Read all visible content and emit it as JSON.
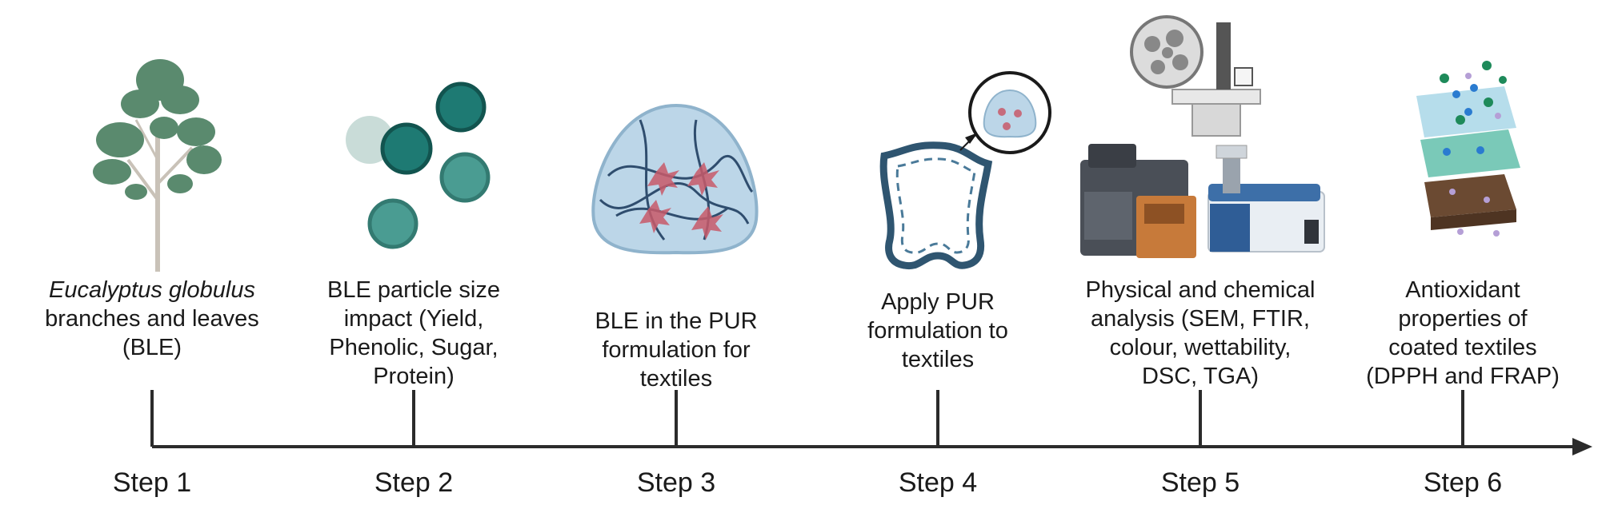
{
  "steps": [
    {
      "label": "Step 1",
      "lines": [
        "branches and leaves",
        "(BLE)"
      ],
      "species": "Eucalyptus globulus"
    },
    {
      "label": "Step 2",
      "lines": [
        "BLE particle size",
        "impact (Yield,",
        "Phenolic, Sugar,",
        "Protein)"
      ]
    },
    {
      "label": "Step 3",
      "lines": [
        "BLE in the PUR",
        "formulation for",
        "textiles"
      ]
    },
    {
      "label": "Step 4",
      "lines": [
        "Apply PUR",
        "formulation to",
        "textiles"
      ]
    },
    {
      "label": "Step 5",
      "lines": [
        "Physical and chemical",
        "analysis (SEM, FTIR,",
        "colour, wettability,",
        "DSC, TGA)"
      ]
    },
    {
      "label": "Step 6",
      "lines": [
        "Antioxidant",
        "properties of",
        "coated textiles",
        "(DPPH and FRAP)"
      ]
    }
  ],
  "colors": {
    "axis": "#2b2b2b",
    "tree_leaf": "#5a8a6e",
    "teal_dark": "#1e7a73",
    "teal_mid": "#4a9c92",
    "teal_light": "#c9dcd8",
    "gel_fill": "#bcd6e8",
    "gel_line": "#2f4d6e",
    "particle_red": "#c85a6a",
    "leather_outline": "#2f5570",
    "instrument_grey": "#4a4f57",
    "instrument_orange": "#c77a3a",
    "instrument_blue": "#3d6fa8",
    "soil_brown": "#6b4a32"
  },
  "icons": [
    "tree-icon",
    "particles-icon",
    "gel-icon",
    "leather-icon",
    "instruments-icon",
    "layers-icon"
  ]
}
